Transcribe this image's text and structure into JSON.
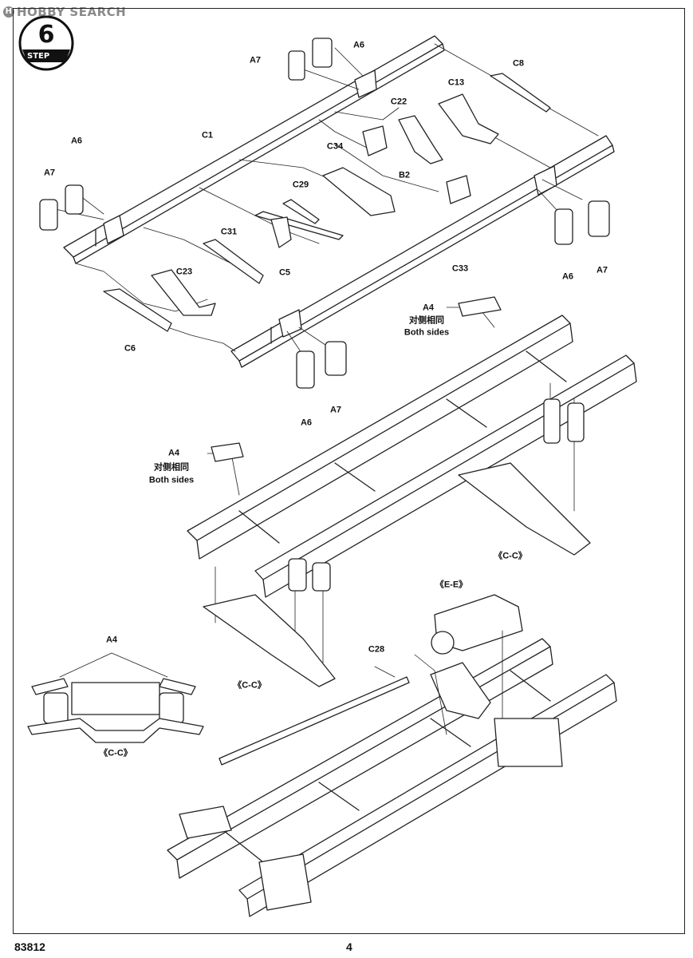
{
  "watermark": {
    "text": "HOBBY SEARCH",
    "logo": "H"
  },
  "step": {
    "number": "6",
    "label": "STEP"
  },
  "parts": {
    "a7_top": "A7",
    "a6_top": "A6",
    "c8": "C8",
    "c13": "C13",
    "c22": "C22",
    "a6_left": "A6",
    "a7_left": "A7",
    "c1": "C1",
    "c34": "C34",
    "b2": "B2",
    "c29": "C29",
    "c31": "C31",
    "c5": "C5",
    "c33": "C33",
    "a6_right": "A6",
    "a7_right": "A7",
    "c23": "C23",
    "c6": "C6",
    "a6_bottom": "A6",
    "a7_bottom": "A7",
    "a4_upper": "A4",
    "a4_lower": "A4",
    "a4_detail": "A4",
    "c28": "C28"
  },
  "notes": {
    "both_sides_cn_upper": "对侧相同",
    "both_sides_en_upper": "Both sides",
    "both_sides_cn_lower": "对侧相同",
    "both_sides_en_lower": "Both sides"
  },
  "colors": {
    "c_c_1": "《C-C》",
    "c_c_2": "《C-C》",
    "c_c_3": "《C-C》",
    "e_e": "《E-E》"
  },
  "footer": {
    "kit_number": "83812",
    "page_number": "4"
  }
}
